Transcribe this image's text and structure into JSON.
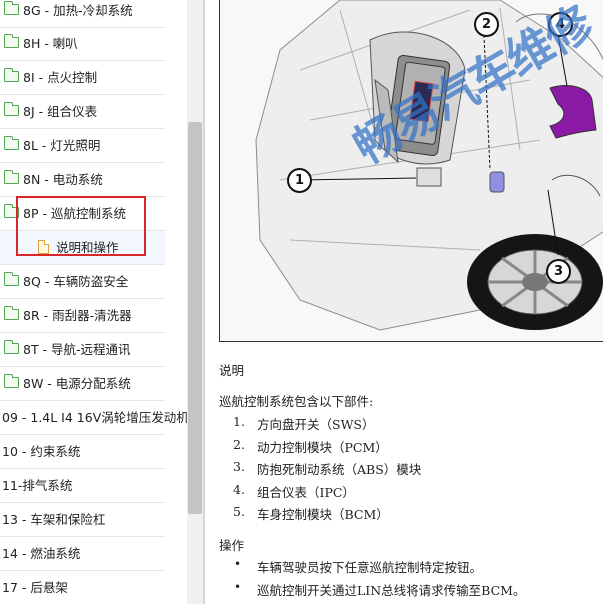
{
  "tree": {
    "items": [
      {
        "label": "8G - 加热-冷却系统"
      },
      {
        "label": "8H - 喇叭"
      },
      {
        "label": "8I - 点火控制"
      },
      {
        "label": "8J - 组合仪表"
      },
      {
        "label": "8L - 灯光照明"
      },
      {
        "label": "8N - 电动系统"
      },
      {
        "label": "8P - 巡航控制系统"
      },
      {
        "label": "说明和操作"
      },
      {
        "label": "8Q - 车辆防盗安全"
      },
      {
        "label": "8R - 雨刮器-清洗器"
      },
      {
        "label": "8T - 导航-远程通讯"
      },
      {
        "label": "8W - 电源分配系统"
      },
      {
        "label": "09 - 1.4L I4 16V涡轮增压发动机"
      },
      {
        "label": "10 - 约束系统"
      },
      {
        "label": "11-排气系统"
      },
      {
        "label": "13 - 车架和保险杠"
      },
      {
        "label": "14 - 燃油系统"
      },
      {
        "label": "17 - 后悬架"
      }
    ]
  },
  "figure": {
    "callouts": [
      "1",
      "2",
      "3",
      "4"
    ],
    "watermark": "畅易汽车维修"
  },
  "content": {
    "desc_title": "说明",
    "desc_intro": "巡航控制系统包含以下部件:",
    "components": [
      {
        "num": "1.",
        "text": "方向盘开关（SWS）"
      },
      {
        "num": "2.",
        "text": "动力控制模块（PCM）"
      },
      {
        "num": "3.",
        "text": "防抱死制动系统（ABS）模块"
      },
      {
        "num": "4.",
        "text": "组合仪表（IPC）"
      },
      {
        "num": "5.",
        "text": "车身控制模块（BCM）"
      }
    ],
    "op_title": "操作",
    "operations": [
      {
        "bullet": "•",
        "text": "车辆驾驶员按下任意巡航控制特定按钮。"
      },
      {
        "bullet": "•",
        "text": "巡航控制开关通过LIN总线将请求传输至BCM。"
      }
    ]
  },
  "colors": {
    "highlight": "#d8262b",
    "folder": "#53a653",
    "watermark": "#3273c8"
  }
}
